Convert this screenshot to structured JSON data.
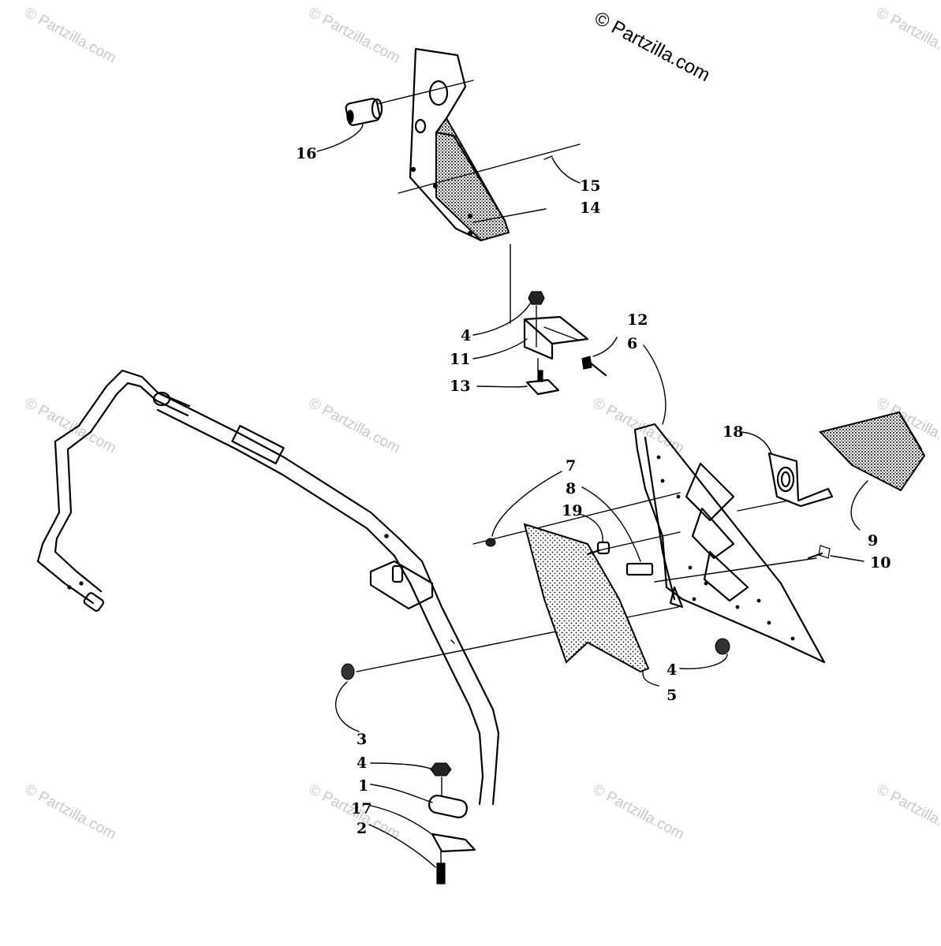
{
  "copyright": "© Partzilla.com",
  "watermark": "© Partzilla.com",
  "callouts": {
    "c1": "1",
    "c2": "2",
    "c3": "3",
    "c4a": "4",
    "c4b": "4",
    "c4c": "4",
    "c5": "5",
    "c6": "6",
    "c7": "7",
    "c8": "8",
    "c9": "9",
    "c10": "10",
    "c11": "11",
    "c12": "12",
    "c13": "13",
    "c14": "14",
    "c15": "15",
    "c16": "16",
    "c17": "17",
    "c18": "18",
    "c19": "19"
  },
  "colors": {
    "line": "#000000",
    "watermark": "#c8c8c8",
    "background": "#ffffff"
  }
}
